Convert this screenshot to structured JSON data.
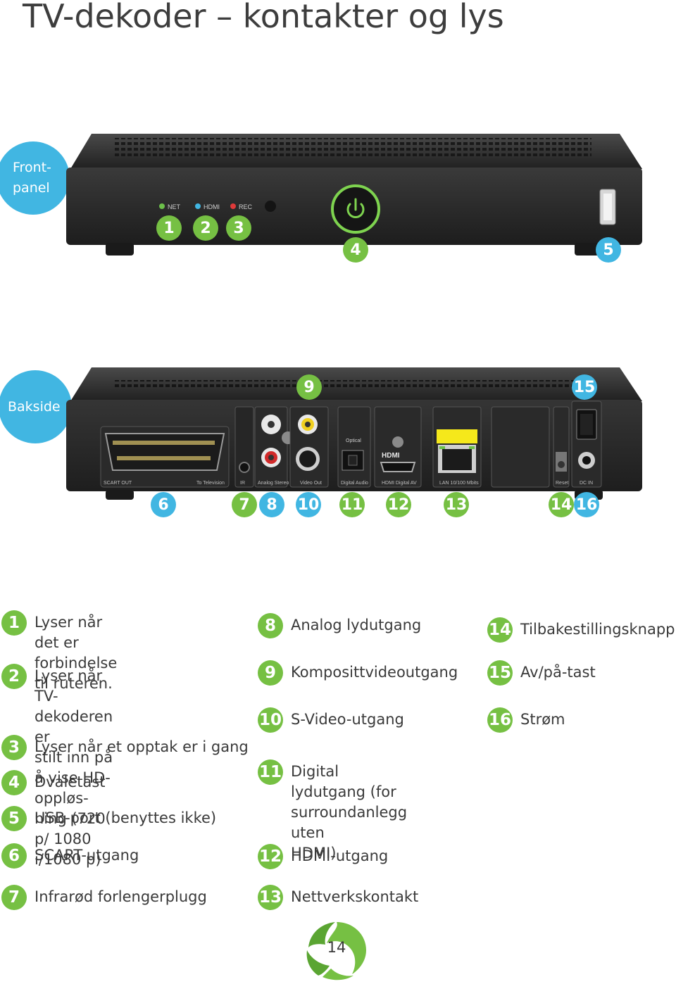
{
  "title": "TV-dekoder – kontakter og lys",
  "front_label": "Front-\npanel",
  "back_label": "Bakside",
  "front_panel": {
    "leds": [
      "NET",
      "HDMI",
      "REC"
    ]
  },
  "back_panel": {
    "port_labels": [
      "SCART OUT",
      "To Television",
      "IR",
      "Analog Stereo",
      "Video Out",
      "Digital Audio",
      "HDMI Digital AV",
      "LAN 10/100 Mbits",
      "Reset",
      "DC IN"
    ],
    "optical_label": "Optical",
    "hdmi_logo": "HDMI"
  },
  "callouts": {
    "front": [
      "1",
      "2",
      "3",
      "4",
      "5"
    ],
    "back": [
      "9",
      "15",
      "6",
      "7",
      "8",
      "10",
      "11",
      "12",
      "13",
      "14",
      "16"
    ]
  },
  "legend": {
    "col1": [
      {
        "num": "1",
        "text": "Lyser når det er\nforbindelse til ruteren."
      },
      {
        "num": "2",
        "text": "Lyser når TV-dekoderen er\nstilt inn på å vise HD-oppløs-\nning (720 p/ 1080 i/1080 p)"
      },
      {
        "num": "3",
        "text": "Lyser når et opptak er i gang"
      },
      {
        "num": "4",
        "text": "Dvaletast"
      },
      {
        "num": "5",
        "text": "USB-port  (benyttes ikke)"
      },
      {
        "num": "6",
        "text": "SCART-utgang"
      },
      {
        "num": "7",
        "text": "Infrarød forlengerplugg"
      }
    ],
    "col2": [
      {
        "num": "8",
        "text": "Analog lydutgang"
      },
      {
        "num": "9",
        "text": "Komposittvideoutgang"
      },
      {
        "num": "10",
        "text": "S-Video-utgang"
      },
      {
        "num": "11",
        "text": "Digital lydutgang (for\nsurroundanlegg uten\nHDMI)"
      },
      {
        "num": "12",
        "text": "HDMI-utgang"
      },
      {
        "num": "13",
        "text": "Nettverkskontakt"
      }
    ],
    "col3": [
      {
        "num": "14",
        "text": "Tilbakestillingsknapp"
      },
      {
        "num": "15",
        "text": "Av/på-tast"
      },
      {
        "num": "16",
        "text": "Strøm"
      }
    ]
  },
  "page_number": "14",
  "colors": {
    "green": "#76c043",
    "blue": "#41b6e2",
    "device_body": "#2b2b2b",
    "text": "#3a3a3a"
  }
}
